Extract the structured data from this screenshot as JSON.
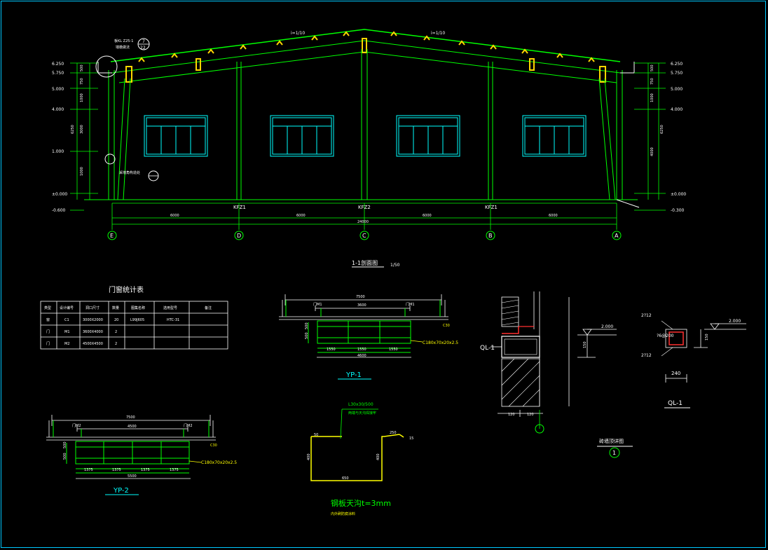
{
  "section": {
    "title": "1-1剖面图",
    "scale": "1/50",
    "slope_left": "i=1/10",
    "slope_right": "i=1/10",
    "callout_top": "板KL Z25-1",
    "callout_num": "7",
    "callout_den": "22",
    "callout_side": "墙檐做法",
    "left_callout": "采墙角构造处",
    "left_elevations": [
      "6.250",
      "5.750",
      "5.000",
      "4.000",
      "1.000",
      "±0.000",
      "-0.600"
    ],
    "right_elevations": [
      "6.250",
      "5.750",
      "5.000",
      "4.000",
      "±0.000",
      "-0.300"
    ],
    "left_dims": [
      "500",
      "750",
      "1000",
      "3000",
      "1000",
      "6250"
    ],
    "right_dims": [
      "500",
      "750",
      "1000",
      "4000",
      "6250"
    ],
    "column_labels": [
      "KFZ1",
      "KFZ2",
      "KFZ1"
    ],
    "bay_dims": [
      "6000",
      "6000",
      "6000",
      "6000"
    ],
    "total_dim": "24000",
    "axes": [
      "E",
      "D",
      "C",
      "B",
      "A"
    ]
  },
  "door_table": {
    "title": "门窗统计表",
    "headers": [
      "类型",
      "设计编号",
      "洞口尺寸",
      "数量",
      "图集名称",
      "选用型号",
      "备注"
    ],
    "rows": [
      [
        "窗",
        "C1",
        "3000X2000",
        "20",
        "L99J605",
        "HTC-31",
        ""
      ],
      [
        "门",
        "M1",
        "3600X4000",
        "2",
        "",
        "",
        ""
      ],
      [
        "门",
        "M2",
        "4500X4500",
        "2",
        "",
        "",
        ""
      ]
    ]
  },
  "yp1": {
    "label": "YP-1",
    "top_dim": "7500",
    "inner_dim": "3600",
    "tag_left": "门M1",
    "tag_right": "门M1",
    "c_label": "C30",
    "section_label": "C180x70x20x2.5",
    "bay_dims": [
      "1550",
      "1550",
      "1550"
    ],
    "bottom_dim": "4600",
    "height_dims": [
      "500",
      "500"
    ]
  },
  "yp2": {
    "label": "YP-2",
    "top_dim": "7500",
    "inner_dim": "4500",
    "tag_left": "门M2",
    "tag_right": "门M2",
    "c_label": "C30",
    "section_label": "C180x70x20x2.5",
    "bay_dims": [
      "1375",
      "1375",
      "1375",
      "1375"
    ],
    "bottom_dim": "5500",
    "height_dims": [
      "500",
      "500"
    ]
  },
  "gutter": {
    "top_note": "L30x30/500",
    "top_note2": "两端与天沟焊接牢",
    "dims": [
      "50",
      "400",
      "650",
      "400",
      "250",
      "15"
    ],
    "title": "钢板天沟t=3mm",
    "subtitle": "内外刷防腐涂料"
  },
  "ql_detail": {
    "ql_tag": "QL-1",
    "elev": "2.000",
    "h_dim": "150",
    "bottom_dims": [
      "120",
      "120"
    ],
    "circle_num": "1",
    "section_title": "QL-1",
    "rebar_top": "2?12",
    "rebar_mid": "?6@200",
    "rebar_bot": "2?12",
    "elev2": "2.000",
    "h_dim2": "150",
    "w_dim": "240",
    "detail_title": "砖墙顶详图",
    "detail_num": "1"
  }
}
